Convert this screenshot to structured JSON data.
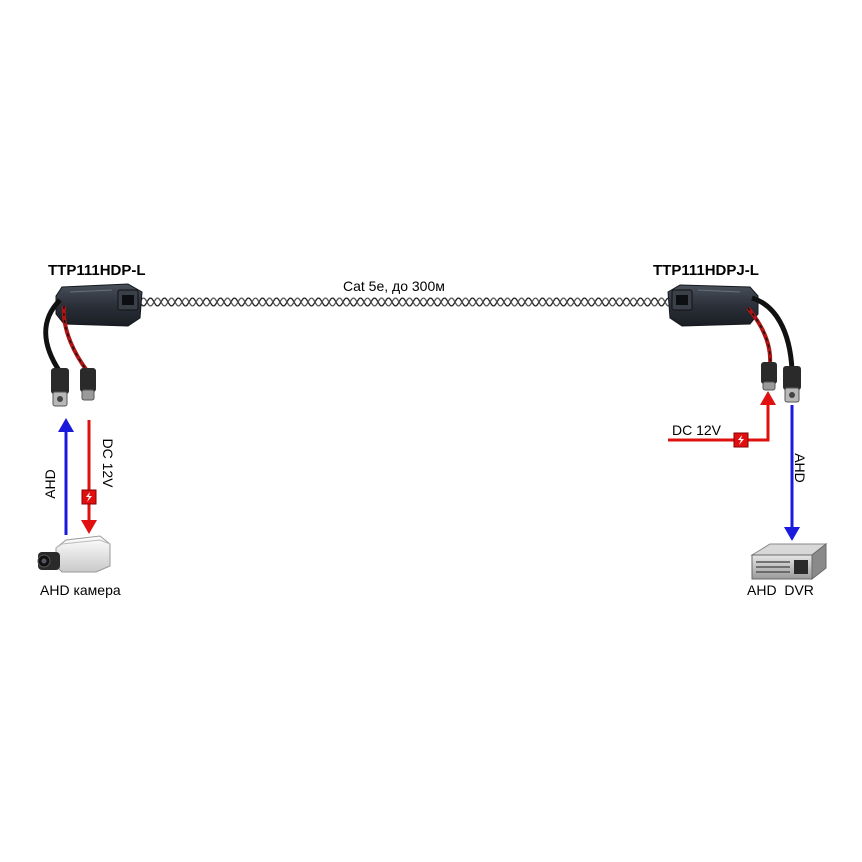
{
  "devices": {
    "left_transceiver": {
      "model": "TTP111HDP-L"
    },
    "right_transceiver": {
      "model": "TTP111HDPJ-L"
    }
  },
  "cable": {
    "label": "Cat 5e, до 300м"
  },
  "left_side": {
    "signal_label": "AHD",
    "power_label": "DC 12V",
    "endpoint_label": "AHD камера"
  },
  "right_side": {
    "signal_label": "AHD",
    "power_label": "DC 12V",
    "endpoint_label": "AHD  DVR"
  },
  "colors": {
    "signal_arrow": "#1a1adc",
    "power_arrow": "#e01010",
    "cable": "#222222",
    "device_body": "#2a2f38"
  },
  "icons": [
    "camera-icon",
    "dvr-icon",
    "power-bolt-icon",
    "bnc-connector-icon"
  ]
}
